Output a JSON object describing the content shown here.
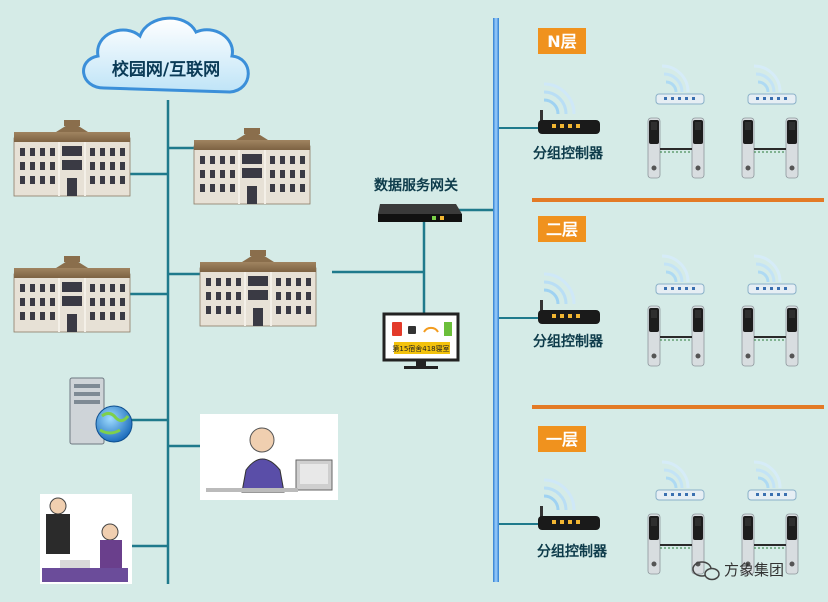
{
  "network": {
    "cloud_label": "校园网/互联网",
    "gateway_label": "数据服务网关",
    "screen_text": "第15宿舍418寝室"
  },
  "floors": [
    {
      "label": "N层",
      "controller_label": "分组控制器"
    },
    {
      "label": "二层",
      "controller_label": "分组控制器"
    },
    {
      "label": "一层",
      "controller_label": "分组控制器"
    }
  ],
  "watermark": "方象集团",
  "colors": {
    "background": "#d5ebe7",
    "line": "#1f7a8c",
    "accent_orange": "#f0921e",
    "divider": "#e37a26",
    "trunk_blue": "#3b8fd9"
  },
  "icons": [
    "cloud-icon",
    "building-icon",
    "server-icon",
    "globe-icon",
    "router-icon",
    "door-lock-icon",
    "monitor-icon",
    "wechat-icon"
  ]
}
